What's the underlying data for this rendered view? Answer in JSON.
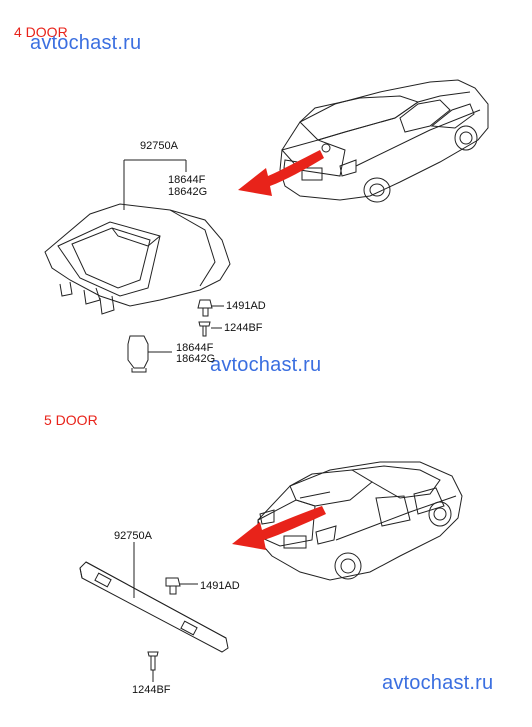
{
  "sections": {
    "four_door": {
      "title": "4 DOOR",
      "labels": {
        "assembly": "92750A",
        "bulb_a": "18644F",
        "bulb_b": "18642G",
        "clip": "1491AD",
        "screw": "1244BF",
        "bulb_lower_a": "18644F",
        "bulb_lower_b": "18642G"
      }
    },
    "five_door": {
      "title": "5 DOOR",
      "labels": {
        "assembly": "92750A",
        "clip": "1491AD",
        "screw": "1244BF"
      }
    }
  },
  "watermarks": [
    "avtochast.ru",
    "avtochast.ru",
    "avtochast.ru"
  ],
  "colors": {
    "arrow": "#e8231a",
    "section_title": "#e8231a",
    "watermark": "#3b6fe0",
    "line": "#222222"
  }
}
